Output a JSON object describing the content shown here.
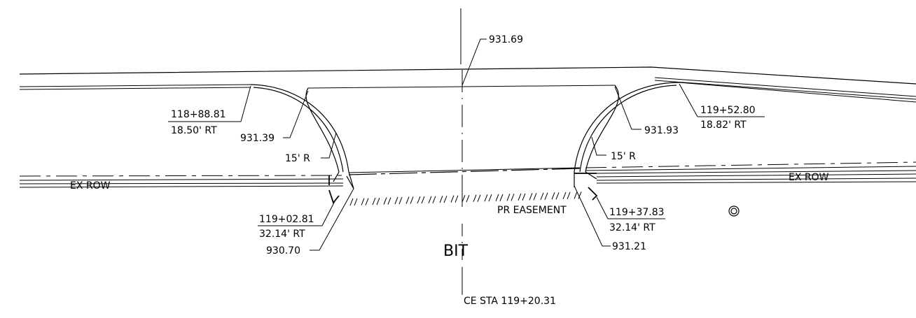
{
  "labels": {
    "elev_top_center": "931.69",
    "sta_left_pc": "118+88.81",
    "offset_left_pc": "18.50' RT",
    "elev_left_curve": "931.39",
    "radius_left": "15' R",
    "sta_right_pc": "119+52.80",
    "offset_right_pc": "18.82' RT",
    "elev_right_curve": "931.93",
    "radius_right": "15' R",
    "ex_row_left": "EX ROW",
    "ex_row_right": "EX ROW",
    "sta_left_pt": "119+02.81",
    "offset_left_pt": "32.14' RT",
    "elev_left_pt": "930.70",
    "easement": "PR EASEMENT",
    "sta_right_pt": "119+37.83",
    "offset_right_pt": "32.14' RT",
    "elev_right_pt": "931.21",
    "surface": "BIT",
    "centerline_station": "CE STA 119+20.31"
  }
}
